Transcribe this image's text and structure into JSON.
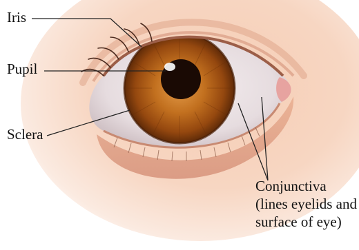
{
  "labels": {
    "iris": "Iris",
    "pupil": "Pupil",
    "sclera": "Sclera",
    "conjunctiva": {
      "name": "Conjunctiva",
      "description_line1": "(lines eyelids and",
      "description_line2": "surface of eye)"
    }
  },
  "colors": {
    "skin": "#f3c7ad",
    "skin_highlight": "#fbe4d4",
    "lid_shadow": "#c98f72",
    "sclera": "#ece4e6",
    "iris_outer": "#7a3a0c",
    "iris_mid": "#b5621c",
    "iris_inner": "#d88a3a",
    "pupil": "#1a0a04",
    "leader_line": "#222222"
  }
}
